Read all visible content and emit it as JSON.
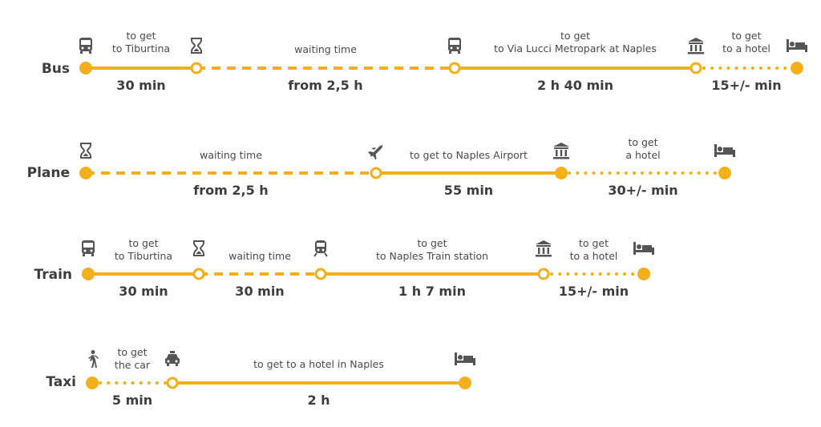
{
  "routes": [
    {
      "name": "Bus",
      "segments": [
        {
          "style": "solid",
          "desc": [
            "to get",
            "to Tiburtina"
          ],
          "duration": "30 min"
        },
        {
          "style": "dashed",
          "desc": [
            "waiting time"
          ],
          "duration": "from 2,5 h"
        },
        {
          "style": "solid",
          "desc": [
            "to get",
            "to Via Lucci Metropark at Naples"
          ],
          "duration": "2 h 40 min"
        },
        {
          "style": "dotted",
          "desc": [
            "to get",
            "to a hotel"
          ],
          "duration": "15+/- min"
        }
      ],
      "icons": [
        "bus-icon",
        "hourglass-icon",
        "bus-icon",
        "building-icon",
        "bed-icon"
      ]
    },
    {
      "name": "Plane",
      "segments": [
        {
          "style": "dashed",
          "desc": [
            "waiting time"
          ],
          "duration": "from 2,5 h"
        },
        {
          "style": "solid",
          "desc": [
            "to get to Naples Airport"
          ],
          "duration": "55 min"
        },
        {
          "style": "dotted",
          "desc": [
            "to get",
            "a hotel"
          ],
          "duration": "30+/- min"
        }
      ],
      "icons": [
        "hourglass-icon",
        "plane-icon",
        "building-icon",
        "bed-icon"
      ]
    },
    {
      "name": "Train",
      "segments": [
        {
          "style": "solid",
          "desc": [
            "to get",
            "to Tiburtina"
          ],
          "duration": "30 min"
        },
        {
          "style": "dashed",
          "desc": [
            "waiting time"
          ],
          "duration": "30 min"
        },
        {
          "style": "solid",
          "desc": [
            "to get",
            "to Naples Train station"
          ],
          "duration": "1 h 7 min"
        },
        {
          "style": "dotted",
          "desc": [
            "to get",
            "to a hotel"
          ],
          "duration": "15+/- min"
        }
      ],
      "icons": [
        "bus-icon",
        "hourglass-icon",
        "train-icon",
        "building-icon",
        "bed-icon"
      ]
    },
    {
      "name": "Taxi",
      "segments": [
        {
          "style": "dotted",
          "desc": [
            "to get",
            "the car"
          ],
          "duration": "5 min"
        },
        {
          "style": "solid",
          "desc": [
            "to get to a hotel in Naples"
          ],
          "duration": "2 h"
        }
      ],
      "icons": [
        "walking-person-icon",
        "taxi-icon",
        "bed-icon"
      ]
    }
  ],
  "colors": {
    "line": "#f5ae1c",
    "text": "#3d3d3d",
    "icon": "#555555"
  }
}
